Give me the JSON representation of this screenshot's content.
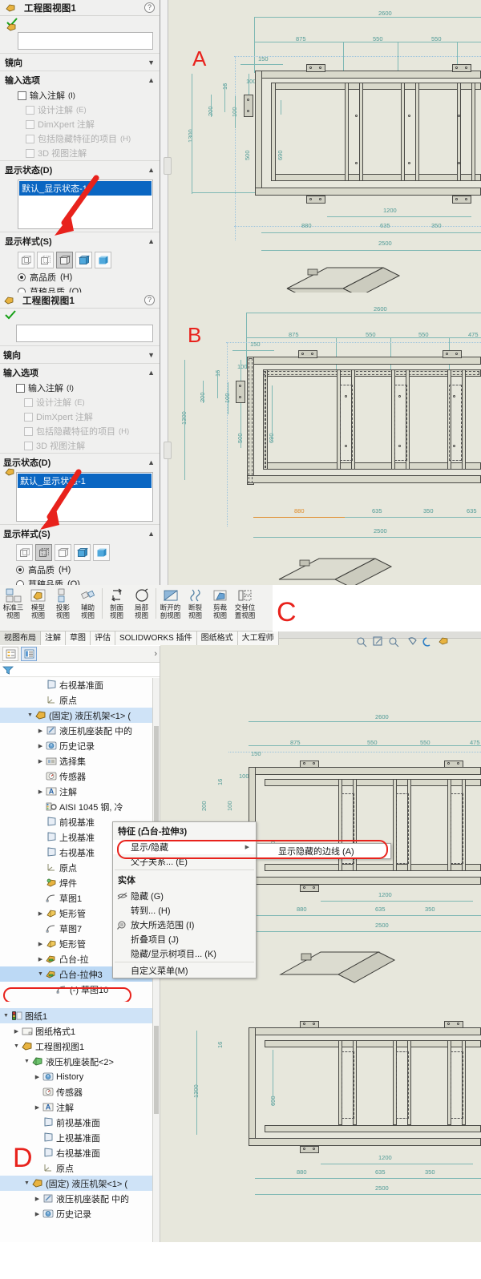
{
  "property_manager": {
    "title": "工程图视图1",
    "ok_icon": "green-check-icon",
    "help_icon": "help-icon",
    "sections": {
      "mirror": "镜向",
      "import_options": "输入选项",
      "display_state": "显示状态(D)",
      "display_style": "显示样式(S)"
    },
    "checkboxes": [
      {
        "label": "输入注解",
        "key": "(I)",
        "disabled": false
      },
      {
        "label": "设计注解",
        "key": "(E)",
        "disabled": true
      },
      {
        "label": "DimXpert 注解",
        "key": "",
        "disabled": true
      },
      {
        "label": "包括隐藏特征的项目",
        "key": "(H)",
        "disabled": true
      },
      {
        "label": "3D 视图注解",
        "key": "",
        "disabled": true
      }
    ],
    "display_state_item": "默认_显示状态-1",
    "style_buttons": [
      "wireframe-icon",
      "hidden-lines-visible-icon",
      "hidden-lines-removed-icon",
      "shaded-with-edges-icon",
      "shaded-icon"
    ],
    "quality": [
      {
        "label": "高品质",
        "key": "(H)",
        "checked": true
      },
      {
        "label": "草稿品质",
        "key": "(Q)",
        "checked": false
      }
    ],
    "panel_a_selected_style": 2,
    "panel_b_selected_style": 1
  },
  "markers": {
    "a": "A",
    "b": "B",
    "c": "C",
    "d": "D"
  },
  "ribbon": {
    "commands": [
      {
        "l1": "标准三",
        "l2": "视图",
        "icon": "standard-3-view-icon"
      },
      {
        "l1": "模型",
        "l2": "视图",
        "icon": "model-view-icon"
      },
      {
        "l1": "投影",
        "l2": "视图",
        "icon": "projected-view-icon"
      },
      {
        "l1": "辅助",
        "l2": "视图",
        "icon": "auxiliary-view-icon"
      },
      {
        "l1": "剖面",
        "l2": "视图",
        "icon": "section-view-icon"
      },
      {
        "l1": "局部",
        "l2": "视图",
        "icon": "detail-view-icon"
      },
      {
        "l1": "断开的",
        "l2": "剖视图",
        "icon": "broken-out-section-icon"
      },
      {
        "l1": "断裂",
        "l2": "视图",
        "icon": "break-view-icon"
      },
      {
        "l1": "剪裁",
        "l2": "视图",
        "icon": "crop-view-icon"
      },
      {
        "l1": "交替位",
        "l2": "置视图",
        "icon": "alternate-position-icon"
      }
    ],
    "tabs": [
      {
        "label": "视图布局",
        "active": true
      },
      {
        "label": "注解",
        "active": false
      },
      {
        "label": "草图",
        "active": false
      },
      {
        "label": "评估",
        "active": false
      },
      {
        "label": "SOLIDWORKS 插件",
        "active": false
      },
      {
        "label": "图纸格式",
        "active": false
      },
      {
        "label": "大工程师",
        "active": false
      }
    ]
  },
  "tree_c": {
    "toolbar_buttons": [
      "feature-tree-icon",
      "display-pane-icon"
    ],
    "filter_icon": "filter-icon",
    "items": [
      {
        "label": "右视基准面",
        "indent": 3,
        "twisty": "",
        "icon": "plane-icon"
      },
      {
        "label": "原点",
        "indent": 3,
        "twisty": "",
        "icon": "origin-icon"
      },
      {
        "label": "(固定) 液压机架<1> (",
        "indent": 2,
        "twisty": "down",
        "icon": "part-icon",
        "selected": true
      },
      {
        "label": "液压机座装配 中的",
        "indent": 3,
        "twisty": "right",
        "icon": "mate-icon"
      },
      {
        "label": "历史记录",
        "indent": 3,
        "twisty": "right",
        "icon": "history-icon"
      },
      {
        "label": "选择集",
        "indent": 3,
        "twisty": "right",
        "icon": "selection-sets-icon"
      },
      {
        "label": "传感器",
        "indent": 3,
        "twisty": "",
        "icon": "sensors-icon"
      },
      {
        "label": "注解",
        "indent": 3,
        "twisty": "right",
        "icon": "annotations-icon"
      },
      {
        "label": "AISI 1045 钢, 冷",
        "indent": 3,
        "twisty": "",
        "icon": "material-icon"
      },
      {
        "label": "前视基准",
        "indent": 3,
        "twisty": "",
        "icon": "plane-icon"
      },
      {
        "label": "上视基准",
        "indent": 3,
        "twisty": "",
        "icon": "plane-icon"
      },
      {
        "label": "右视基准",
        "indent": 3,
        "twisty": "",
        "icon": "plane-icon"
      },
      {
        "label": "原点",
        "indent": 3,
        "twisty": "",
        "icon": "origin-icon"
      },
      {
        "label": "焊件",
        "indent": 3,
        "twisty": "",
        "icon": "weldment-icon"
      },
      {
        "label": "草图1",
        "indent": 3,
        "twisty": "",
        "icon": "sketch-icon"
      },
      {
        "label": "矩形管",
        "indent": 3,
        "twisty": "right",
        "icon": "structural-member-icon"
      },
      {
        "label": "草图7",
        "indent": 3,
        "twisty": "",
        "icon": "sketch-icon"
      },
      {
        "label": "矩形管",
        "indent": 3,
        "twisty": "right",
        "icon": "structural-member-icon"
      },
      {
        "label": "凸台-拉",
        "indent": 3,
        "twisty": "right",
        "icon": "boss-extrude-icon"
      },
      {
        "label": "凸台-拉伸3",
        "indent": 3,
        "twisty": "down",
        "icon": "boss-extrude-icon",
        "selected": true,
        "highlight": true
      },
      {
        "label": "(-) 草图10",
        "indent": 4,
        "twisty": "",
        "icon": "sketch-icon"
      }
    ]
  },
  "context_menu": {
    "title": "特征 (凸台-拉伸3)",
    "items": [
      {
        "label": "显示/隐藏",
        "submenu": true,
        "highlight": true
      },
      {
        "label": "父子关系... (E)",
        "submenu": false
      }
    ],
    "body_header": "实体",
    "body_items": [
      {
        "label": "隐藏 (G)",
        "icon": "hide-icon"
      },
      {
        "label": "转到... (H)",
        "icon": ""
      },
      {
        "label": "放大所选范围 (I)",
        "icon": "zoom-to-selection-icon"
      },
      {
        "label": "折叠项目 (J)",
        "icon": ""
      },
      {
        "label": "隐藏/显示树项目... (K)",
        "icon": ""
      },
      {
        "label": "自定义菜单(M)",
        "icon": ""
      }
    ],
    "submenu_item": "显示隐藏的边线 (A)"
  },
  "tree_d": {
    "items": [
      {
        "label": "图纸1",
        "indent": 0,
        "twisty": "down",
        "icon": "sheet-icon",
        "selected": true
      },
      {
        "label": "图纸格式1",
        "indent": 1,
        "twisty": "right",
        "icon": "sheet-format-icon"
      },
      {
        "label": "工程图视图1",
        "indent": 1,
        "twisty": "down",
        "icon": "drawing-view-icon"
      },
      {
        "label": "液压机座装配<2>",
        "indent": 2,
        "twisty": "down",
        "icon": "assembly-icon"
      },
      {
        "label": "History",
        "indent": 3,
        "twisty": "right",
        "icon": "history-icon"
      },
      {
        "label": "传感器",
        "indent": 3,
        "twisty": "",
        "icon": "sensors-icon"
      },
      {
        "label": "注解",
        "indent": 3,
        "twisty": "right",
        "icon": "annotations-icon"
      },
      {
        "label": "前视基准面",
        "indent": 3,
        "twisty": "",
        "icon": "plane-icon"
      },
      {
        "label": "上视基准面",
        "indent": 3,
        "twisty": "",
        "icon": "plane-icon"
      },
      {
        "label": "右视基准面",
        "indent": 3,
        "twisty": "",
        "icon": "plane-icon"
      },
      {
        "label": "原点",
        "indent": 3,
        "twisty": "",
        "icon": "origin-icon"
      },
      {
        "label": "(固定) 液压机架<1> (",
        "indent": 2,
        "twisty": "down",
        "icon": "part-icon",
        "selected": true
      },
      {
        "label": "液压机座装配 中的",
        "indent": 3,
        "twisty": "right",
        "icon": "mate-icon"
      },
      {
        "label": "历史记录",
        "indent": 3,
        "twisty": "right",
        "icon": "history-icon"
      }
    ]
  },
  "drawing": {
    "dimensions_top": [
      "2600",
      "875",
      "550",
      "550",
      "475"
    ],
    "dimensions_bottom": [
      "1200",
      "880",
      "635",
      "350",
      "635",
      "2500"
    ],
    "dimensions_left": [
      "1300",
      "200",
      "16",
      "100",
      "500",
      "690",
      "100",
      "150"
    ],
    "colors": {
      "dimension": "#4f9a96",
      "sheet_background": "#e7e7dc",
      "marker_red": "#e8221c",
      "selection_blue": "#0a66c2"
    }
  }
}
